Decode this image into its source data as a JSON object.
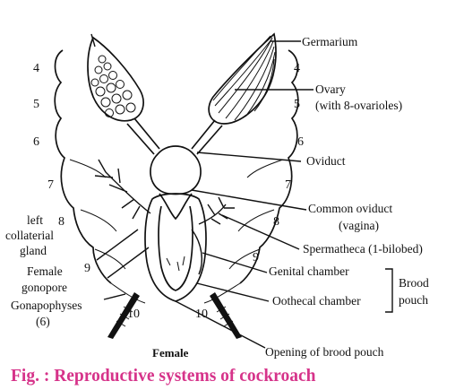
{
  "labels": {
    "germarium": "Germarium",
    "ovary_1": "Ovary",
    "ovary_2": "(with 8-ovarioles)",
    "oviduct": "Oviduct",
    "common_oviduct_1": "Common oviduct",
    "common_oviduct_2": "(vagina)",
    "left_collateral_1": "left",
    "left_collateral_2": "collaterial",
    "left_collateral_3": "gland",
    "spermatheca": "Spermatheca (1-bilobed)",
    "genital_chamber": "Genital chamber",
    "oothecal_chamber": "Oothecal chamber",
    "brood_pouch_1": "Brood",
    "brood_pouch_2": "pouch",
    "female_gonopore_1": "Female",
    "female_gonopore_2": "gonopore",
    "gonapophyses_1": "Gonapophyses",
    "gonapophyses_2": "(6)",
    "opening_brood_pouch": "Opening of brood pouch"
  },
  "segments": {
    "left": [
      "4",
      "5",
      "6",
      "7",
      "8",
      "9",
      "10"
    ],
    "right": [
      "4",
      "5",
      "6",
      "7",
      "8",
      "9",
      "10"
    ]
  },
  "subtitle": "Female",
  "caption": "Fig. : Reproductive systems of cockroach"
}
